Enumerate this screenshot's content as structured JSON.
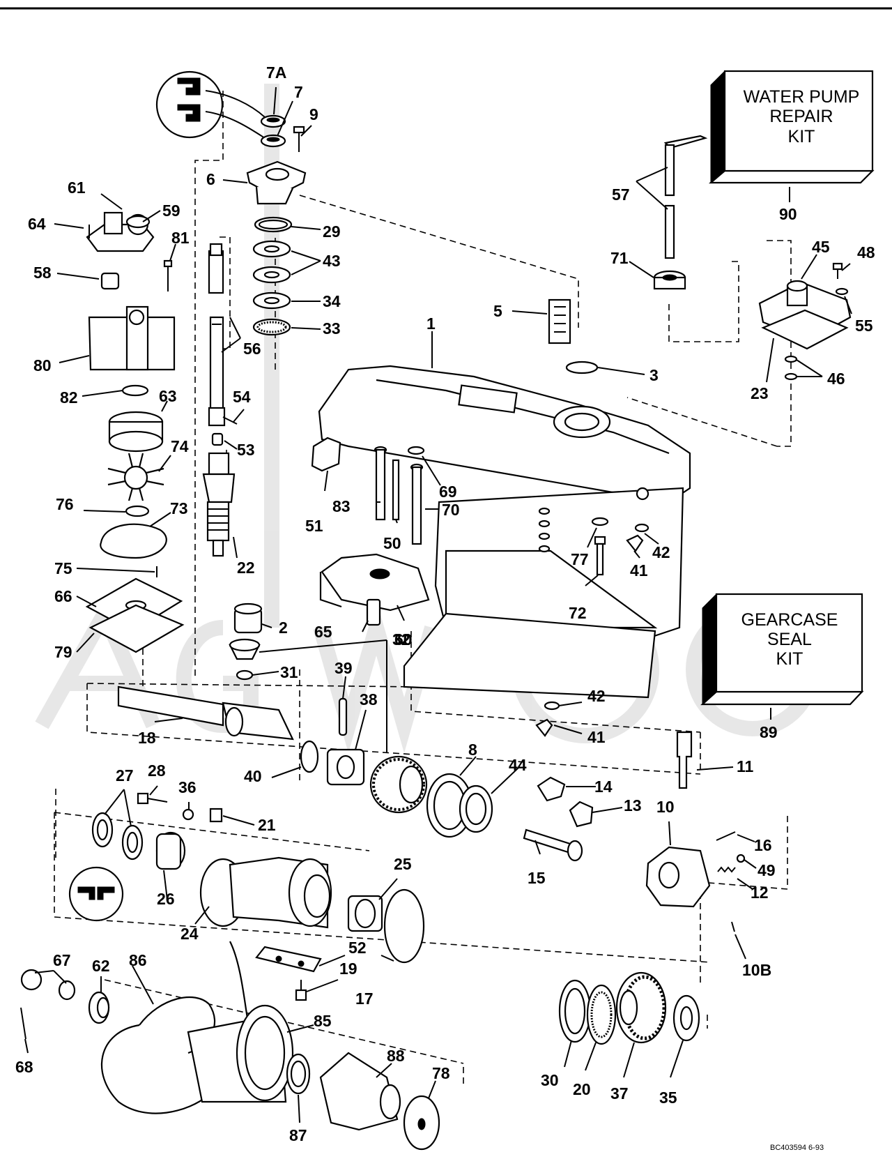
{
  "kits": {
    "water_pump": {
      "line1": "WATER PUMP",
      "line2": "REPAIR",
      "line3": "KIT",
      "number": "90"
    },
    "gearcase_seal": {
      "line1": "GEARCASE",
      "line2": "SEAL",
      "line3": "KIT",
      "number": "89"
    }
  },
  "callouts": {
    "c7A": "7A",
    "c7": "7",
    "c9": "9",
    "c6": "6",
    "c61": "61",
    "c59": "59",
    "c64": "64",
    "c81": "81",
    "c58": "58",
    "c29": "29",
    "c43": "43",
    "c34": "34",
    "c33": "33",
    "c56": "56",
    "c80": "80",
    "c82": "82",
    "c63": "63",
    "c54": "54",
    "c53": "53",
    "c74": "74",
    "c76": "76",
    "c73": "73",
    "c22": "22",
    "c75": "75",
    "c66": "66",
    "c79": "79",
    "c2": "2",
    "c32": "32",
    "c31": "31",
    "c57": "57",
    "c71": "71",
    "c5": "5",
    "c1": "1",
    "c3": "3",
    "c45": "45",
    "c48": "48",
    "c55": "55",
    "c23": "23",
    "c46": "46",
    "c69": "69",
    "c83": "83",
    "c70": "70",
    "c51": "51",
    "c50": "50",
    "c77": "77",
    "c72": "72",
    "c41a": "41",
    "c42a": "42",
    "c60": "60",
    "c65": "65",
    "c39": "39",
    "c38": "38",
    "c18": "18",
    "c40": "40",
    "c8": "8",
    "c44": "44",
    "c42b": "42",
    "c41b": "41",
    "c11": "11",
    "c14": "14",
    "c13": "13",
    "c10": "10",
    "c27": "27",
    "c28": "28",
    "c36": "36",
    "c21": "21",
    "c25": "25",
    "c26": "26",
    "c24": "24",
    "c15": "15",
    "c16": "16",
    "c49": "49",
    "c12": "12",
    "c52": "52",
    "c10B": "10B",
    "c67": "67",
    "c62": "62",
    "c86": "86",
    "c19": "19",
    "c17": "17",
    "c85": "85",
    "c88": "88",
    "c78": "78",
    "c30": "30",
    "c20": "20",
    "c37": "37",
    "c35": "35",
    "c68": "68",
    "c87": "87"
  },
  "footer_code": "BC403594  6-93"
}
